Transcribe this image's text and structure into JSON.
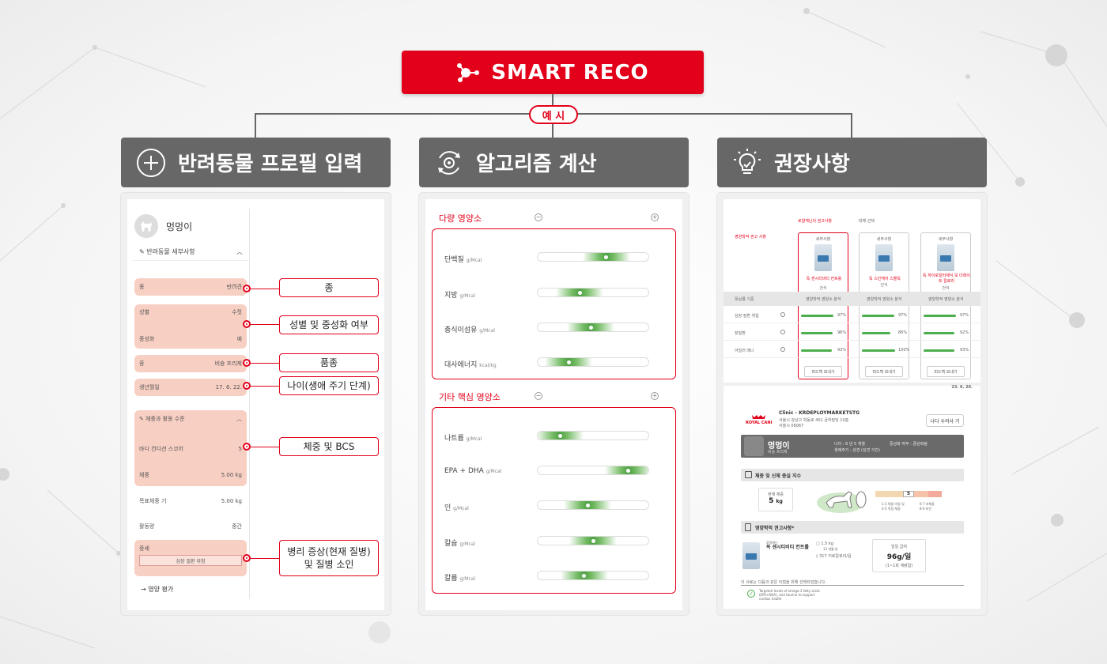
{
  "header": {
    "title": "SMART RECO",
    "example_label": "예 시"
  },
  "colors": {
    "brand_red": "#e2001a",
    "header_gray": "#676767",
    "highlight_pink": "#f8cfc3",
    "bar_green": "#4cae4c"
  },
  "columns": [
    {
      "title": "반려동물 프로필 입력",
      "icon": "plus-circle-icon"
    },
    {
      "title": "알고리즘 계산",
      "icon": "gear-cycle-icon"
    },
    {
      "title": "권장사항",
      "icon": "lightbulb-icon"
    }
  ],
  "profile": {
    "pet_name": "멍멍이",
    "section1_title": "반려동물 세부사항",
    "fields": [
      {
        "label": "종",
        "value": "반려견"
      },
      {
        "label": "성별",
        "value": "수컷"
      },
      {
        "label": "중성화",
        "value": "예"
      },
      {
        "label": "종",
        "value": "비숑 프리제"
      },
      {
        "label": "생년월일",
        "value": "17. 6. 22."
      }
    ],
    "section2_title": "체중과 활동 수준",
    "fields2": [
      {
        "label": "바디 컨디션 스코어",
        "value": "5"
      },
      {
        "label": "체중",
        "value": "5.00 kg"
      },
      {
        "label": "목표체중 기",
        "value": "5.00 kg"
      },
      {
        "label": "활동량",
        "value": "중간"
      }
    ],
    "disease_label": "증세",
    "disease_value": "심장 질환 위험",
    "next_link": "영양 평가"
  },
  "callouts": [
    "종",
    "성별 및 중성화 여부",
    "품종",
    "나이(생애 주기 단계)",
    "체중 및 BCS",
    "병리 증상(현재 질병)",
    "및 질병 소인"
  ],
  "algorithm": {
    "section1_title": "다량 영양소",
    "section2_title": "기타 핵심 영양소",
    "macros": [
      {
        "name": "단백질",
        "unit": "g/Mcal",
        "position": 0.62
      },
      {
        "name": "지방",
        "unit": "g/Mcal",
        "position": 0.38
      },
      {
        "name": "총식이섬유",
        "unit": "g/Mcal",
        "position": 0.48
      },
      {
        "name": "대사에너지",
        "unit": "kcal/kg",
        "position": 0.28
      }
    ],
    "others": [
      {
        "name": "나트륨",
        "unit": "g/Mcal",
        "position": 0.2
      },
      {
        "name": "EPA + DHA",
        "unit": "g/Mcal",
        "position": 0.82
      },
      {
        "name": "인",
        "unit": "g/Mcal",
        "position": 0.45
      },
      {
        "name": "칼슘",
        "unit": "g/Mcal",
        "position": 0.5
      },
      {
        "name": "칼륨",
        "unit": "g/Mcal",
        "position": 0.42
      }
    ]
  },
  "recommendation": {
    "left_title": "영양학적 권고 사항",
    "col_head_1": "로얄캐닌의 권고사항",
    "col_head_2": "대체 선택",
    "card_label": "세부사항",
    "products": [
      {
        "name": "독 센시티비티 컨트롤",
        "sub": "건식"
      },
      {
        "name": "독 스킨케어 스몰독",
        "sub": "건식"
      },
      {
        "name": "독 하이포알러제닉 모 더레이트 칼로리",
        "sub": "건식"
      }
    ],
    "row_head": "목상룡 기준",
    "row_col": "영양학적 영양소 분석",
    "rows": [
      {
        "label": "심장 질환 위험",
        "values": [
          "97%",
          "97%",
          "97%"
        ]
      },
      {
        "label": "장질환",
        "values": [
          "96%",
          "86%",
          "92%"
        ]
      },
      {
        "label": "아일러 매니",
        "values": [
          "93%",
          "100%",
          "93%"
        ]
      }
    ],
    "send_button": "피드백 보내기",
    "report": {
      "date": "23. 6. 26.",
      "clinic": "Clinic - KRDEPLOYMARKETSTG",
      "address1": "서울시 강남구 학동로 401 금하빌딩 10층",
      "address2": "서울시 06067",
      "share_button": "나다 수의사 기",
      "pet_name": "멍멍이",
      "pet_sub": "비숑 프리제",
      "pet_age": "나이 : 6 년 5 개월",
      "pet_stage": "생애주기 : 성견 (성견 기간)",
      "pet_neuter": "중성화 여부 : 중성화됨",
      "section_weight": "체중 및 신체 충실 지수",
      "current_weight_label": "현재 체중",
      "current_weight": "5",
      "weight_unit": "kg",
      "bcs_value": "5",
      "bcs_note1": "1-3 체중 미달 및",
      "bcs_note2": "4-5 적정 체중",
      "bcs_note3": "6-7 과체중",
      "bcs_note4": "8-9 비만",
      "section_rec": "영양학적 권고사항*",
      "product_brand": "로얄캐닌",
      "product_name": "독 센시티비티 컨트롤",
      "amount_label": "1.5 kg",
      "amount_sub": "13 개월 분",
      "kcal": "317 키로칼로리/컵",
      "daily_label": "일일 급여",
      "daily_value": "96g/일",
      "daily_sub": "(1~1회 계량컵)",
      "footnote": "이 사료는 다음과 같은 이점을 위해 선택되었습니다.",
      "benefit_en1": "Targeted levels of omega-3 fatty acids",
      "benefit_en2": "(EPA+DHA), and taurine to support",
      "benefit_en3": "cardiac health"
    }
  }
}
